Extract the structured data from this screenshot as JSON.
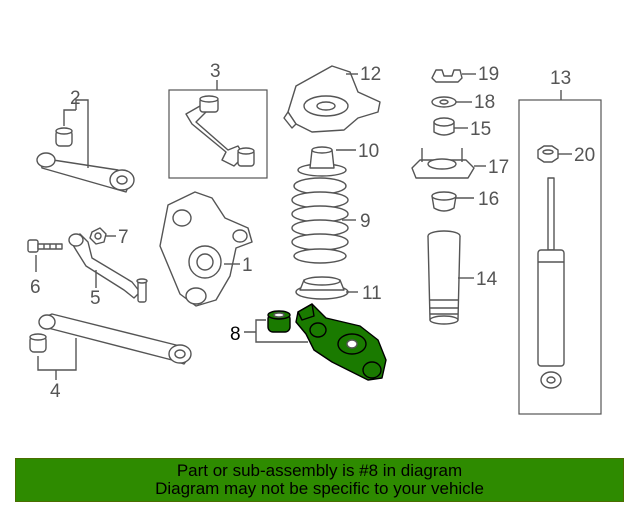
{
  "diagram": {
    "callouts": [
      "1",
      "2",
      "3",
      "4",
      "5",
      "6",
      "7",
      "8",
      "9",
      "10",
      "11",
      "12",
      "13",
      "14",
      "15",
      "16",
      "17",
      "18",
      "19",
      "20"
    ],
    "highlighted_part": "8",
    "highlight_color": "#1a7a00"
  },
  "banner": {
    "line1": "Part or sub-assembly is #8 in diagram",
    "line2": "Diagram may not be specific to your vehicle",
    "background": "#2e8b00"
  }
}
